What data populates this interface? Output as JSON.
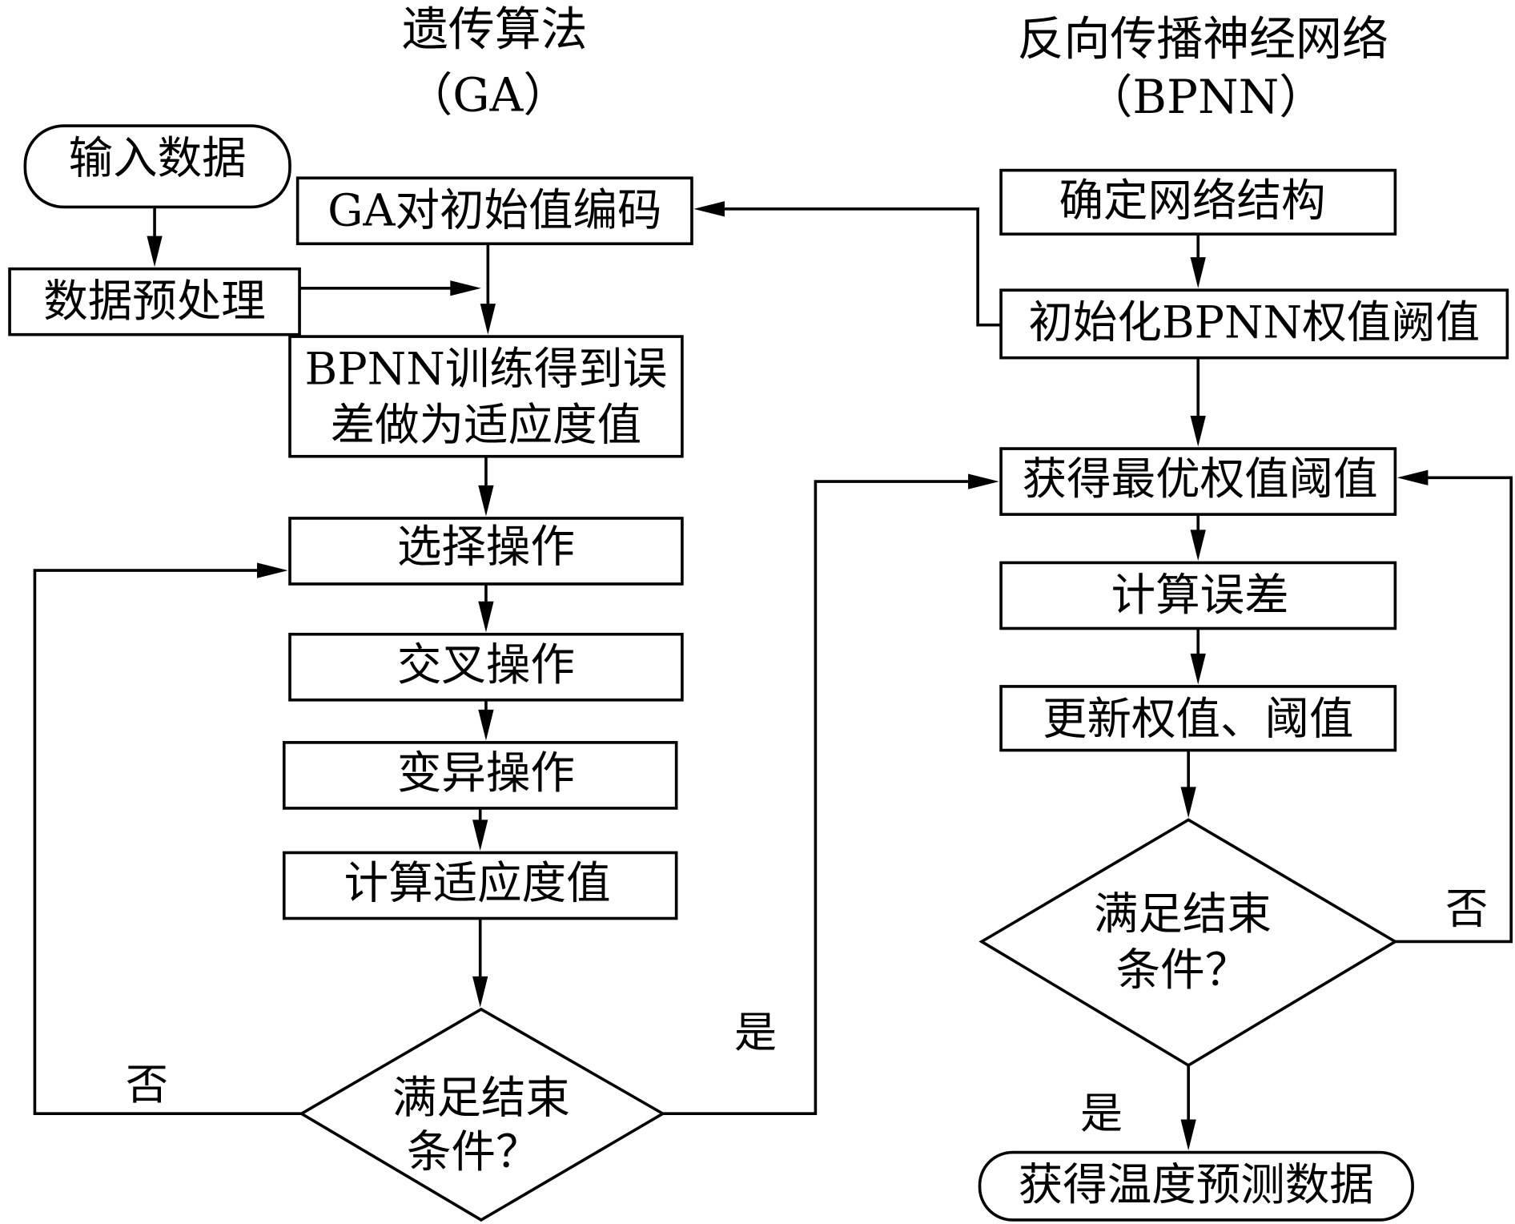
{
  "headers": {
    "ga_title": "遗传算法",
    "ga_abbr": "（GA）",
    "bp_title": "反向传播神经网络",
    "bp_abbr": "（BPNN）"
  },
  "ga": {
    "input": "输入数据",
    "preprocess": "数据预处理",
    "encode": "GA对初始值编码",
    "train_line1": "BPNN训练得到误",
    "train_line2": "差做为适应度值",
    "select": "选择操作",
    "crossover": "交叉操作",
    "mutate": "变异操作",
    "fitness": "计算适应度值",
    "decision_line1": "满足结束",
    "decision_line2": "条件？",
    "yes": "是",
    "no": "否"
  },
  "bp": {
    "structure": "确定网络结构",
    "init": "初始化BPNN权值阙值",
    "optimal": "获得最优权值阈值",
    "error": "计算误差",
    "update": "更新权值、阈值",
    "decision_line1": "满足结束",
    "decision_line2": "条件？",
    "yes": "是",
    "no": "否",
    "output": "获得温度预测数据"
  }
}
